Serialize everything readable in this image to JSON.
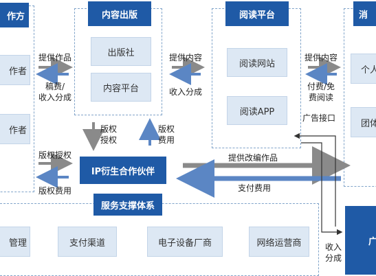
{
  "headers": {
    "creator_partial": "作方",
    "content_publishing": "内容出版",
    "reading_platform": "阅读平台",
    "consumer_partial": "消",
    "ip_partner": "IP衍生合作伙伴",
    "services": "服务支撑体系"
  },
  "creator_boxes": [
    "作者",
    "作者"
  ],
  "publishing_boxes": [
    "出版社",
    "内容平台"
  ],
  "reading_boxes": [
    "阅读网站",
    "阅读APP"
  ],
  "consumer_boxes": [
    "个人",
    "团体"
  ],
  "service_boxes": [
    "管理",
    "支付渠道",
    "电子设备厂商",
    "网络运营商"
  ],
  "right_bottom_partial": "广",
  "flows": {
    "provide_works": "提供作品",
    "royalty_income": [
      "稿费/",
      "收入分成"
    ],
    "provide_content_1": "提供内容",
    "income_share_1": "收入分成",
    "provide_content_2": "提供内容",
    "pay_free_reading": [
      "付费/免",
      "费阅读"
    ],
    "ad_interface": "广告接口",
    "copyright_license_left": "版权授权",
    "copyright_fee_left": "版权费用",
    "copyright_license_mid": [
      "版权",
      "授权"
    ],
    "copyright_fee_mid": [
      "版权",
      "费用"
    ],
    "provide_adapted_works": "提供改编作品",
    "payment_fee": "支付费用",
    "income_share_bottom": [
      "收入",
      "分成"
    ]
  },
  "colors": {
    "header_blue": "#1f5aa6",
    "box_fill": "#dde8f4",
    "dash_border": "#7fa3c9",
    "arrow_gray": "#8a8a8a",
    "arrow_blue": "#5b86c4"
  }
}
